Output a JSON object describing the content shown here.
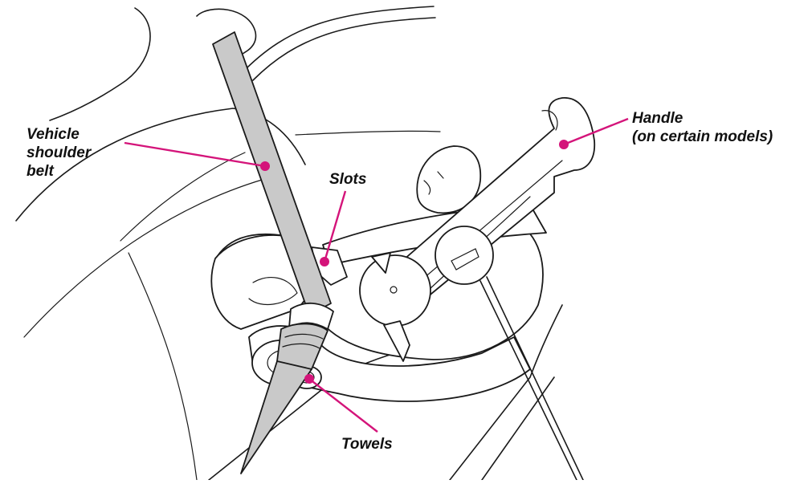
{
  "diagram": {
    "accent_color": "#d4147a",
    "callouts": [
      {
        "id": "shoulder-belt",
        "lines": [
          "Vehicle",
          "shoulder",
          "belt"
        ]
      },
      {
        "id": "slots",
        "lines": [
          "Slots"
        ]
      },
      {
        "id": "handle",
        "lines": [
          "Handle",
          "(on certain models)"
        ]
      },
      {
        "id": "towels",
        "lines": [
          "Towels"
        ]
      }
    ]
  }
}
